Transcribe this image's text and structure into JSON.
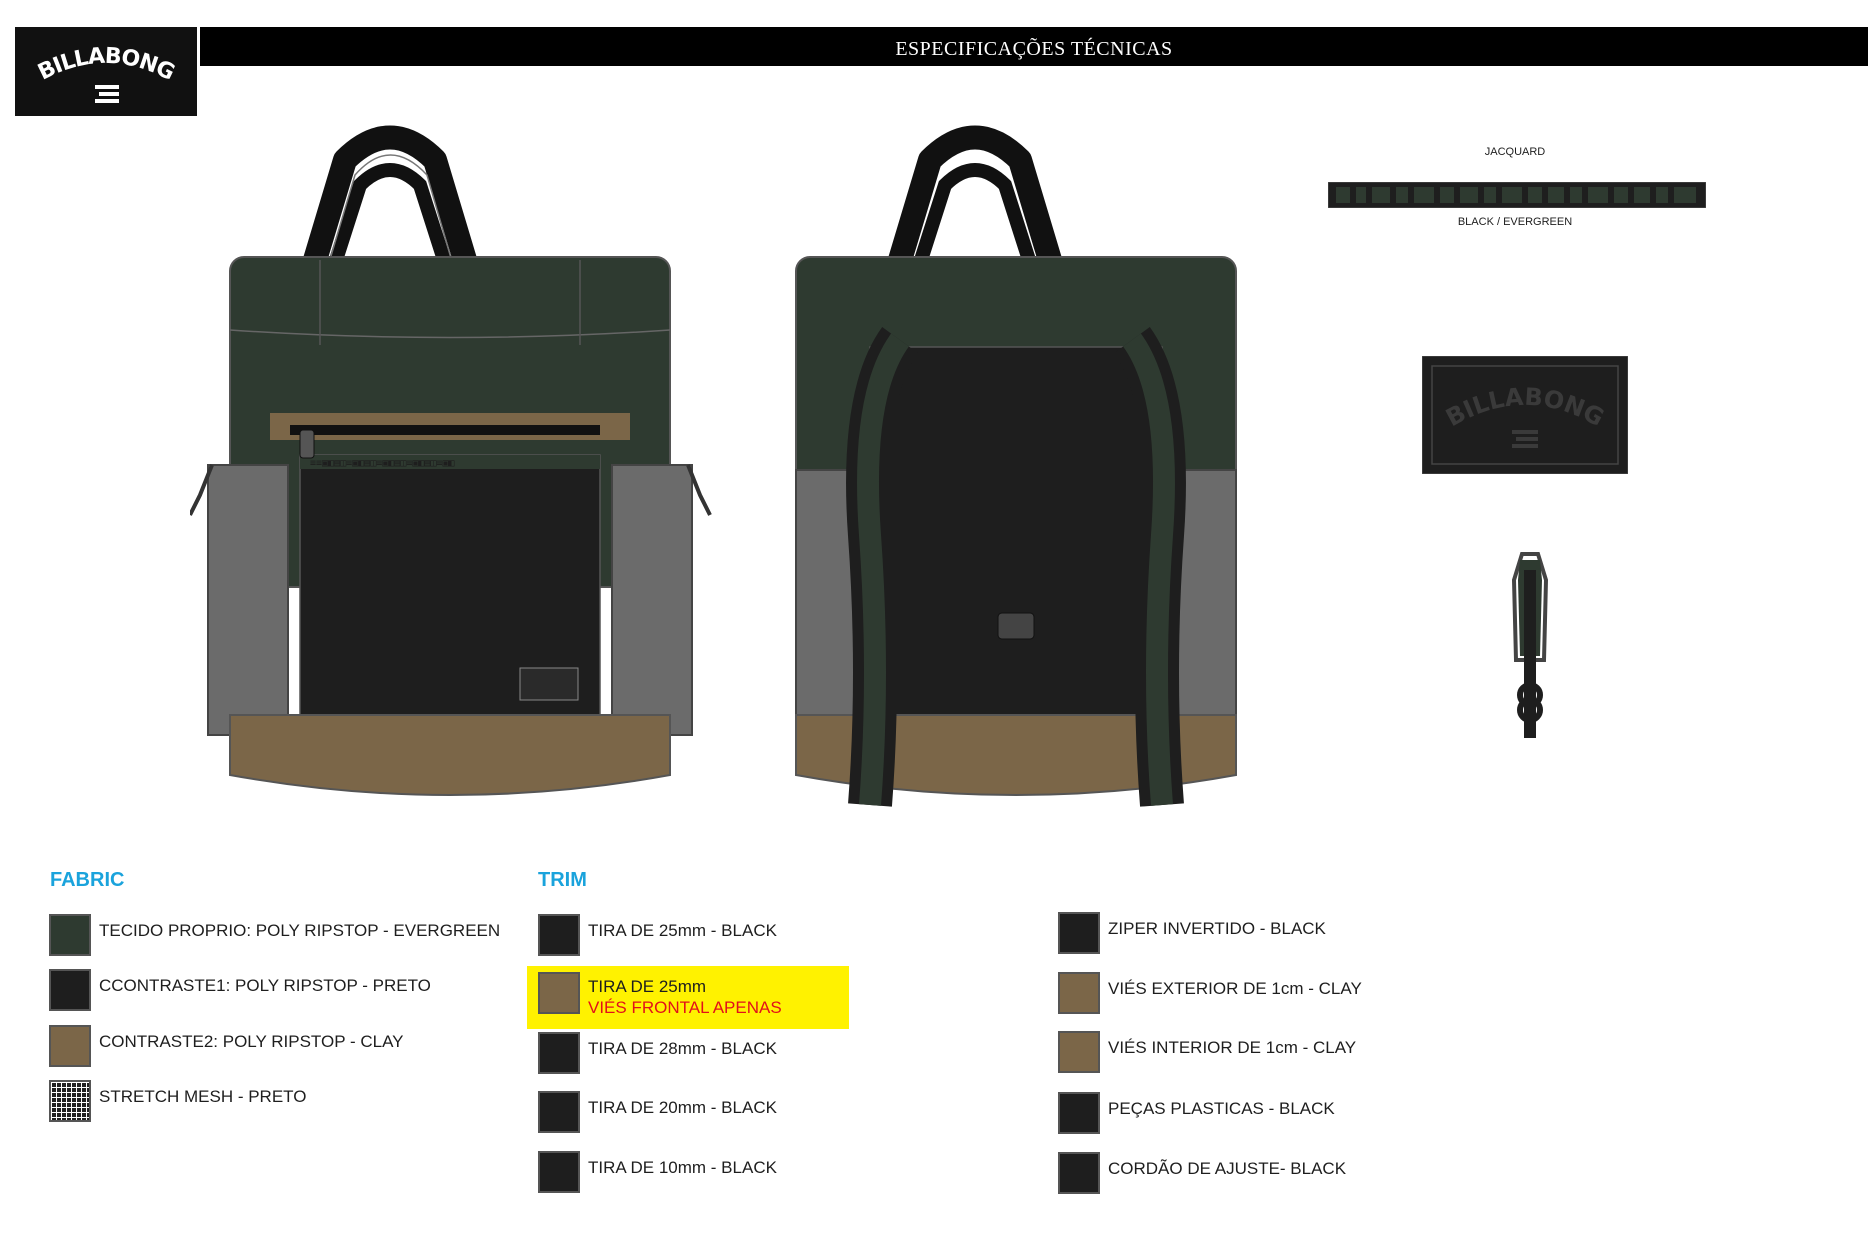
{
  "brand": {
    "logo_text": "BILLABONG"
  },
  "header": {
    "title": "ESPECIFICAÇÕES TÉCNICAS"
  },
  "colors": {
    "evergreen": "#2e3a30",
    "black": "#1e1e1e",
    "clay": "#7b6648",
    "mesh": "#6b6b6b",
    "section_heading": "#1aa3dc",
    "highlight": "#fff200",
    "note_red": "#e2101a"
  },
  "jacquard": {
    "label": "JACQUARD",
    "color": "BLACK / EVERGREEN"
  },
  "fabric": {
    "heading": "FABRIC",
    "items": [
      {
        "label": "TECIDO PROPRIO: POLY RIPSTOP - EVERGREEN",
        "swatch": "#2e3a30"
      },
      {
        "label": "CCONTRASTE1: POLY RIPSTOP - PRETO",
        "swatch": "#1e1e1e"
      },
      {
        "label": "CONTRASTE2:  POLY RIPSTOP - CLAY",
        "swatch": "#7b6648"
      },
      {
        "label": "STRETCH MESH - PRETO",
        "swatch": "mesh"
      }
    ]
  },
  "trim": {
    "heading": "TRIM",
    "items": [
      {
        "label": "TIRA DE 25mm - BLACK",
        "swatch": "#1e1e1e"
      },
      {
        "label": "TIRA DE 25mm",
        "note": "VIÉS FRONTAL APENAS",
        "swatch": "#7b6648",
        "highlighted": true
      },
      {
        "label": "TIRA DE 28mm - BLACK",
        "swatch": "#1e1e1e"
      },
      {
        "label": "TIRA DE 20mm  - BLACK",
        "swatch": "#1e1e1e"
      },
      {
        "label": "TIRA DE 10mm - BLACK",
        "swatch": "#1e1e1e"
      }
    ],
    "items_col2": [
      {
        "label": "ZIPER INVERTIDO - BLACK",
        "swatch": "#1e1e1e"
      },
      {
        "label": "VIÉS EXTERIOR DE 1cm -  CLAY",
        "swatch": "#7b6648"
      },
      {
        "label": "VIÉS INTERIOR DE 1cm  - CLAY",
        "swatch": "#7b6648"
      },
      {
        "label": "PEÇAS PLASTICAS - BLACK",
        "swatch": "#1e1e1e"
      },
      {
        "label": "CORDÃO DE AJUSTE- BLACK",
        "swatch": "#1e1e1e"
      }
    ]
  }
}
